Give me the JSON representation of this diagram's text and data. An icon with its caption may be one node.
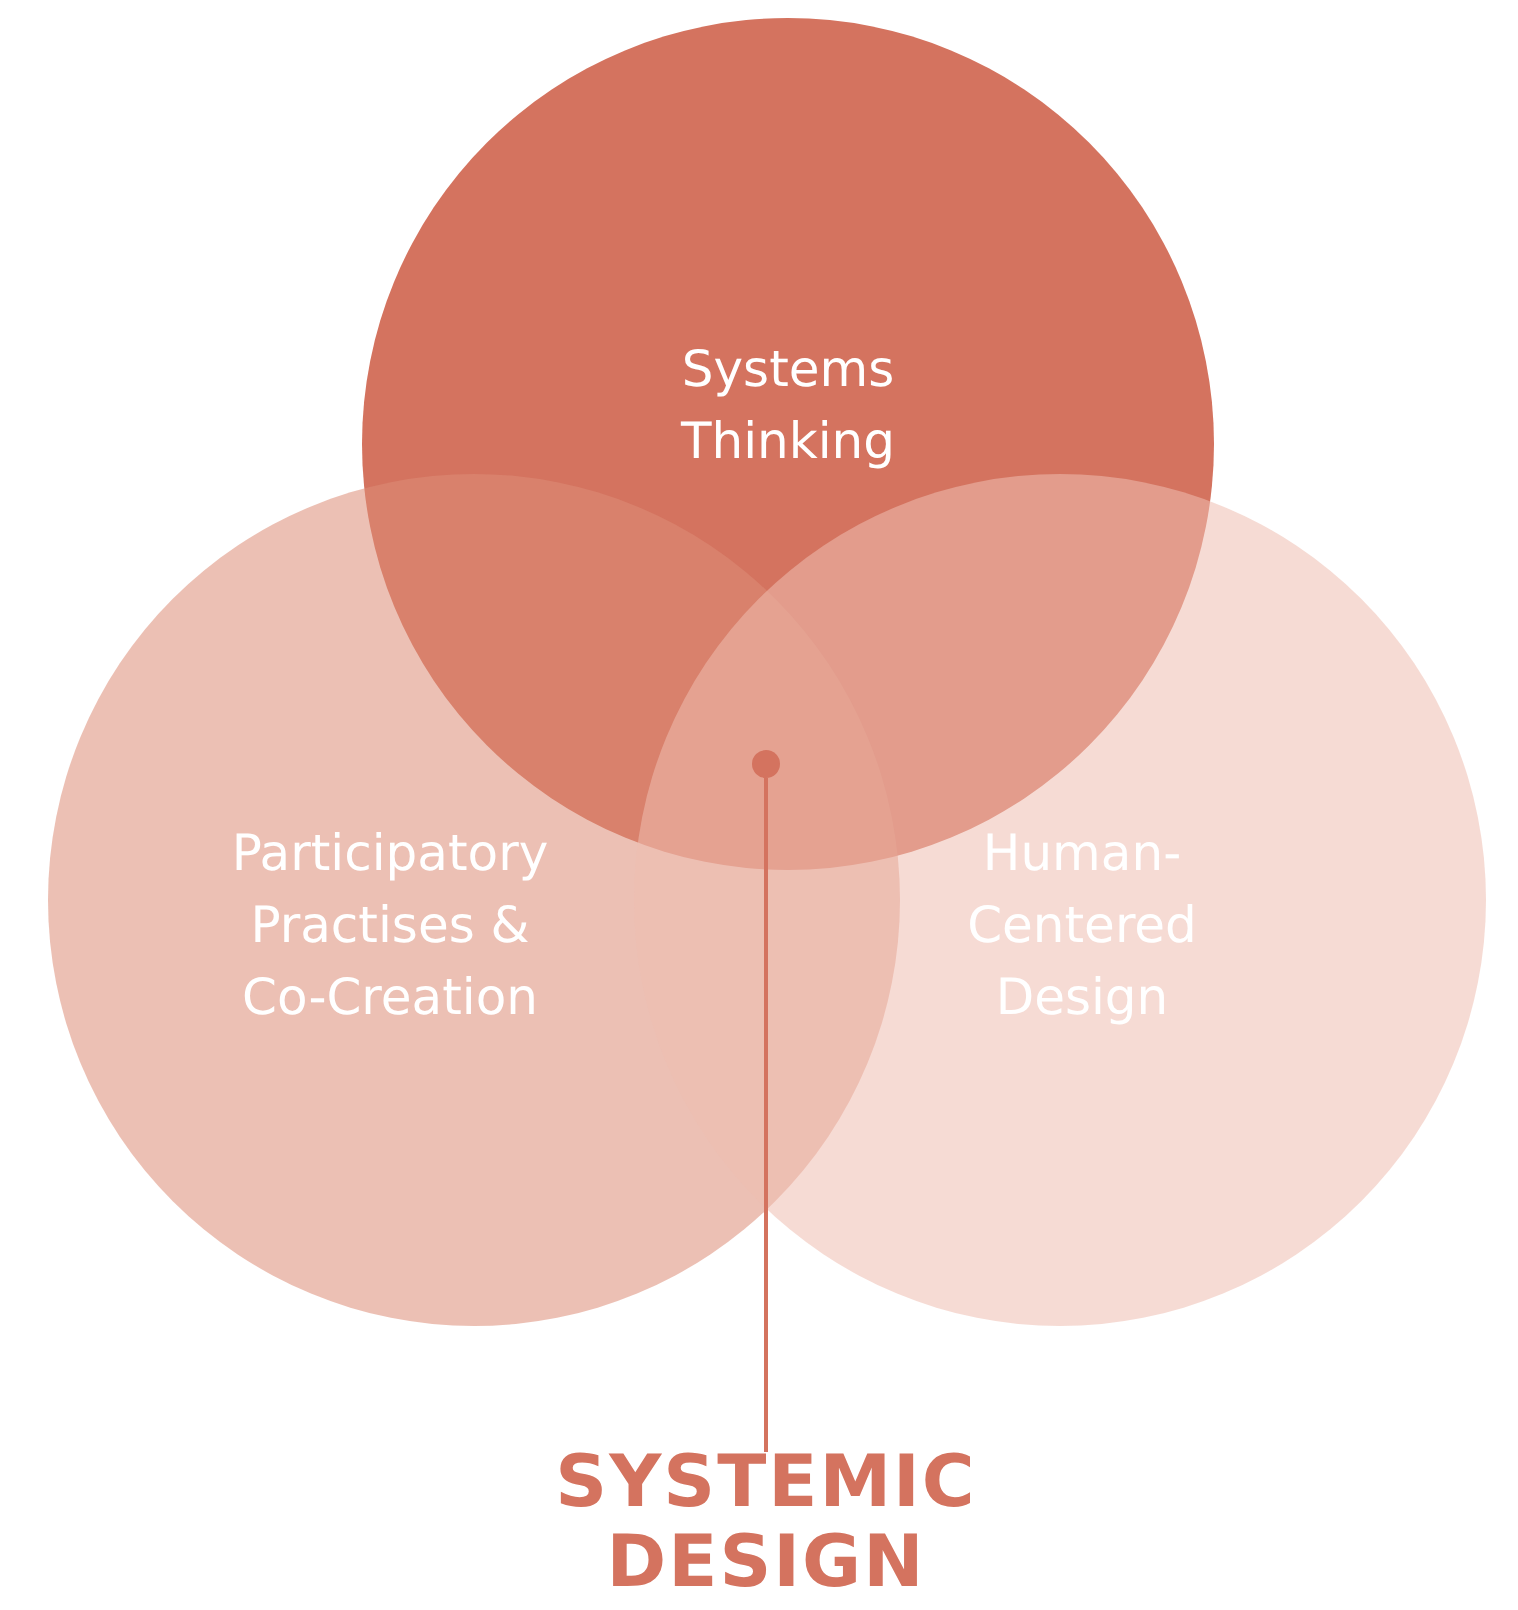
{
  "diagram": {
    "nodes": [
      {
        "text": [
          "Systems Thinking"
        ]
      },
      {
        "text": [
          "Participatory Practises & Co-Creation"
        ]
      },
      {
        "text": [
          "Human-Centered Design"
        ]
      },
      {
        "text": [],
        "shape": "circle"
      },
      {
        "text": [
          "SYSTEMIC DESIGN"
        ]
      }
    ],
    "edges": [
      {
        "from": 4,
        "to": 3,
        "arrow": "none"
      }
    ]
  }
}
